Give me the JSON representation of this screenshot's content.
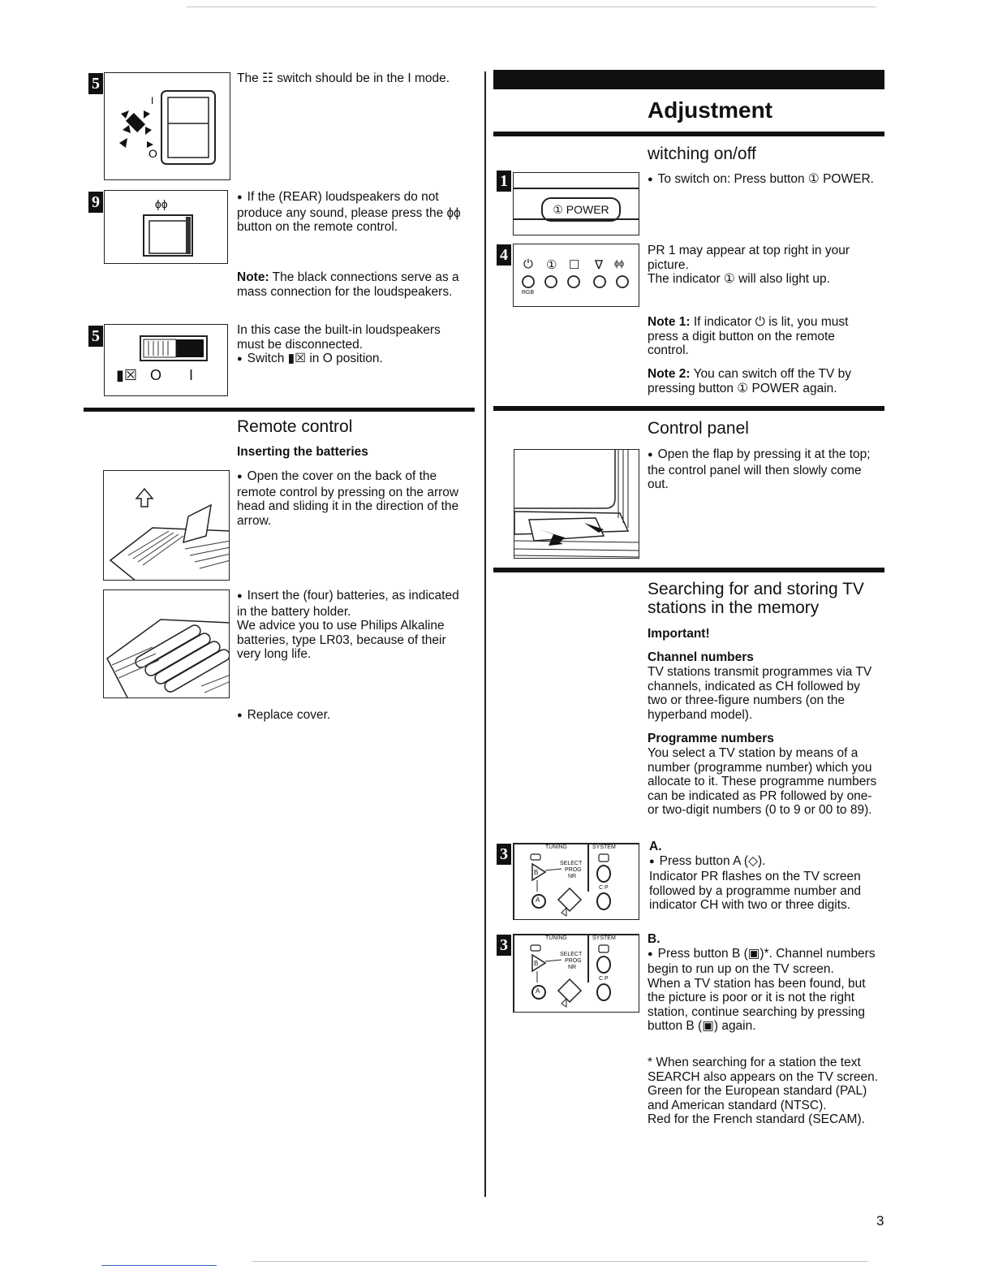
{
  "page_number": "3",
  "left": {
    "block_mode": {
      "badge": "5",
      "text": "The ☷ switch should be in the I mode.",
      "figure_labels": [
        "I",
        "O"
      ]
    },
    "block_rear": {
      "badge": "9",
      "figure_label": "ɸϕ",
      "bullet": "If the (REAR) loudspeakers do not produce any sound, please press the ɸϕ button on the remote control.",
      "note_label": "Note:",
      "note_text": " The black connections serve as a mass connection for the loudspeakers."
    },
    "block_switch": {
      "badge": "5",
      "figure_labels": [
        "▮☒",
        "O",
        "I"
      ],
      "text": "In this case the built-in loudspeakers must be disconnected.",
      "bullet": "Switch ▮☒ in O position."
    },
    "remote": {
      "heading": "Remote control",
      "subheading": "Inserting the batteries",
      "step1": "Open the cover on the back of the remote control by pressing on the arrow head and sliding it in the direction of the arrow.",
      "step2_bullet": "Insert the (four) batteries, as indicated in the battery holder.",
      "step2_text": "We advice you to use Philips Alkaline batteries, type LR03, because of their very long life.",
      "step3": "Replace cover."
    }
  },
  "right": {
    "title": "Adjustment",
    "switching": {
      "heading": "witching on/off",
      "badge1": "1",
      "power_label": "① POWER",
      "bullet": "To switch on: Press button ① POWER.",
      "badge4": "4",
      "panel_icons": [
        "⏻",
        "①",
        "☐",
        "∇",
        "ɸϕ"
      ],
      "rgb_label": "RGB",
      "pr_text": "PR 1 may appear at top right in your picture.",
      "indicator_text": "The indicator ① will also light up.",
      "note1_label": "Note 1:",
      "note1_text": " If indicator ⏻ is lit, you must press a digit button on the remote control.",
      "note2_label": "Note 2:",
      "note2_text": " You can switch off the TV by pressing button ① POWER again."
    },
    "control_panel": {
      "heading": "Control panel",
      "bullet": "Open the flap by pressing it at the top; the control panel will then slowly come out."
    },
    "searching": {
      "heading": "Searching for and storing TV stations in the memory",
      "important": "Important!",
      "channel_heading": "Channel numbers",
      "channel_text": "TV stations transmit programmes via TV channels, indicated as CH followed by two or three-figure numbers (on the hyperband model).",
      "programme_heading": "Programme numbers",
      "programme_text": "You select a TV station by means of a number (programme number) which you allocate to it. These programme numbers can be indicated as PR followed by one- or two-digit numbers (0 to 9 or 00 to 89).",
      "panel_labels": {
        "tuning": "TUNING",
        "system": "SYSTEM",
        "select": "SELECT",
        "prog": "PROG",
        "nr": "NR",
        "cp": "C P",
        "a": "A",
        "b": "B"
      },
      "a_badge": "3",
      "a_label": "A.",
      "a_bullet": "Press button A (◇).",
      "a_text": "Indicator PR flashes on the TV screen followed by a programme number and indicator CH with two or three digits.",
      "b_badge": "3",
      "b_label": "B.",
      "b_bullet": "Press button B (▣)*. Channel numbers begin to run up on the TV screen.",
      "b_text": "When a TV station has been found, but the picture is poor or it is not the right station, continue searching by pressing button B (▣) again.",
      "footnote1": "* When searching for a station the text SEARCH also appears on the TV screen.",
      "footnote2": "Green for the European standard (PAL) and American standard (NTSC).",
      "footnote3": "Red for the French standard (SECAM)."
    }
  }
}
